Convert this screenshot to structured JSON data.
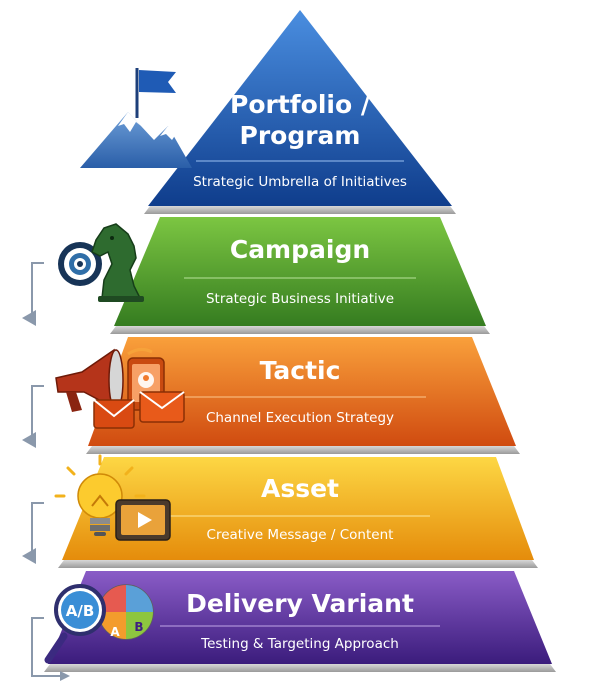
{
  "pyramid": {
    "tiers": [
      {
        "title_line1": "Portfolio /",
        "title_line2": "Program",
        "subtitle": "Strategic Umbrella of Initiatives",
        "icon": "mountain-flag-icon",
        "color_light": "#3b7fd1",
        "color_dark": "#0f3d8c"
      },
      {
        "title": "Campaign",
        "subtitle": "Strategic Business Initiative",
        "icon": "chess-knight-target-icon",
        "color_light": "#69b53a",
        "color_dark": "#347a1f"
      },
      {
        "title": "Tactic",
        "subtitle": "Channel Execution Strategy",
        "icon": "megaphone-channels-icon",
        "color_light": "#f68a2a",
        "color_dark": "#c94a10"
      },
      {
        "title": "Asset",
        "subtitle": "Creative Message / Content",
        "icon": "lightbulb-video-icon",
        "color_light": "#fbc728",
        "color_dark": "#e08a0a"
      },
      {
        "title": "Delivery Variant",
        "subtitle": "Testing & Targeting Approach",
        "icon": "ab-test-magnifier-icon",
        "color_light": "#7a4bb8",
        "color_dark": "#3f1f80"
      }
    ],
    "ab_icon_label": "A/B",
    "pie_labels": [
      "A",
      "B"
    ]
  }
}
